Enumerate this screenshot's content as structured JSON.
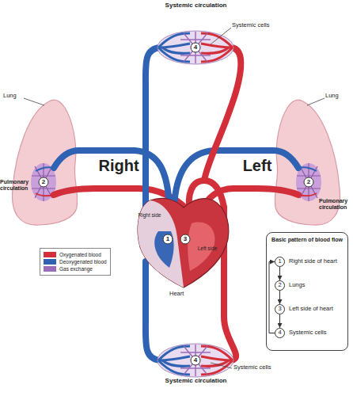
{
  "diagram": {
    "nodes": [
      {
        "text": [
          "Basic pattern of blood flow"
        ]
      },
      {
        "text": [
          "1",
          "Right side of heart"
        ],
        "in": 0
      },
      {
        "text": [
          "2",
          "Lungs"
        ],
        "in": 0
      },
      {
        "text": [
          "3",
          "Left side of heart"
        ],
        "in": 0
      },
      {
        "text": [
          "4",
          "Systemic cells"
        ],
        "in": 0
      }
    ],
    "edges": [
      {
        "from": 1,
        "to": 2,
        "arrow": "to"
      },
      {
        "from": 2,
        "to": 3,
        "arrow": "to"
      },
      {
        "from": 3,
        "to": 4,
        "arrow": "to"
      },
      {
        "from": 4,
        "to": 1,
        "arrow": "to"
      }
    ],
    "labels": [
      "Systemic circulation",
      "4",
      "Systemic cells",
      "Lung",
      "Lung",
      "2",
      "Right",
      "Left",
      "2",
      "Pulmonary circulation",
      "Pulmonary circulation",
      "Right side",
      "1",
      "3",
      "Left side",
      "Heart",
      "4",
      "Systemic cells",
      "Systemic circulation"
    ],
    "legend": [
      {
        "text": "Oxygenated blood",
        "color": "#d32f3a"
      },
      {
        "text": "Deoxygenated blood",
        "color": "#2f62b3"
      },
      {
        "text": "Gas exchange",
        "color": "#9b6cb8"
      }
    ]
  }
}
